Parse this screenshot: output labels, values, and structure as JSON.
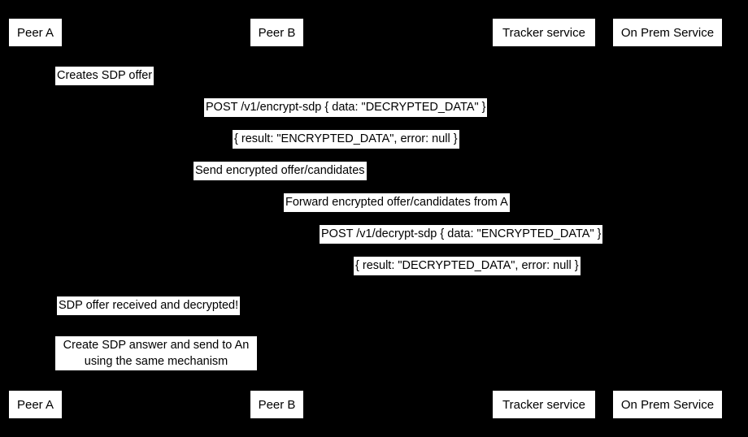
{
  "diagram": {
    "type": "sequence-diagram",
    "background_color": "#000000",
    "label_background_color": "#ffffff",
    "text_color": "#000000"
  },
  "participants": [
    {
      "id": "peer-a",
      "label": "Peer A"
    },
    {
      "id": "peer-b",
      "label": "Peer B"
    },
    {
      "id": "tracker-service",
      "label": "Tracker service"
    },
    {
      "id": "on-prem-service",
      "label": "On Prem Service"
    }
  ],
  "messages": [
    {
      "id": "m1",
      "text": "Creates SDP offer",
      "from": "peer-a",
      "to": "peer-a"
    },
    {
      "id": "m2",
      "text": "POST /v1/encrypt-sdp { data: \"DECRYPTED_DATA\" }",
      "from": "peer-a",
      "to": "on-prem-service"
    },
    {
      "id": "m3",
      "text": "{ result: \"ENCRYPTED_DATA\", error: null }",
      "from": "on-prem-service",
      "to": "peer-a"
    },
    {
      "id": "m4",
      "text": "Send encrypted offer/candidates",
      "from": "peer-a",
      "to": "tracker-service"
    },
    {
      "id": "m5",
      "text": "Forward encrypted offer/candidates from A",
      "from": "tracker-service",
      "to": "peer-b"
    },
    {
      "id": "m6",
      "text": "POST /v1/decrypt-sdp { data: \"ENCRYPTED_DATA\" }",
      "from": "peer-b",
      "to": "on-prem-service"
    },
    {
      "id": "m7",
      "text": "{ result: \"DECRYPTED_DATA\", error: null }",
      "from": "on-prem-service",
      "to": "peer-b"
    },
    {
      "id": "m8",
      "text": "SDP offer received and decrypted!",
      "from": "peer-b",
      "to": "peer-b"
    },
    {
      "id": "m9",
      "text_line_1": "Create SDP answer and send to An",
      "text_line_2": "using the same mechanism",
      "from": "peer-b",
      "to": "peer-b"
    }
  ],
  "footer_participants": [
    {
      "id": "peer-a-footer",
      "label": "Peer A"
    },
    {
      "id": "peer-b-footer",
      "label": "Peer B"
    },
    {
      "id": "tracker-service-footer",
      "label": "Tracker service"
    },
    {
      "id": "on-prem-service-footer",
      "label": "On Prem Service"
    }
  ]
}
